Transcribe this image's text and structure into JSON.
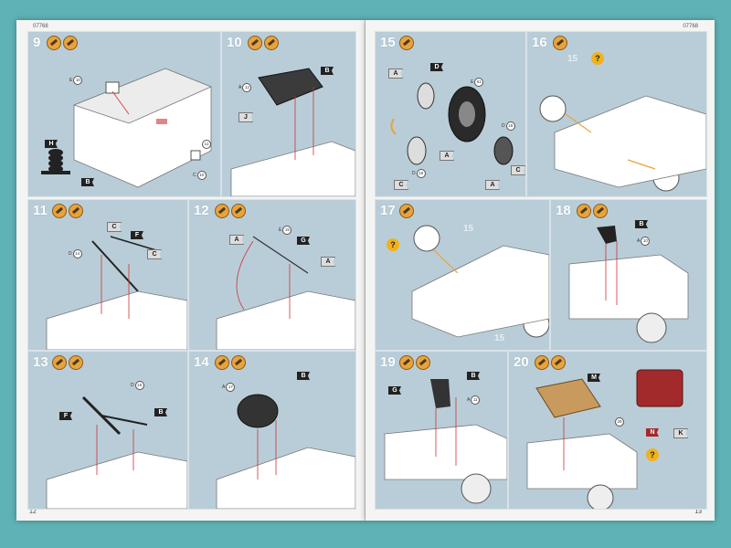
{
  "left_page": {
    "product_code": "07768",
    "page_number": "12"
  },
  "right_page": {
    "product_code": "07768",
    "page_number": "13"
  },
  "steps": {
    "s9": {
      "number": "9",
      "parts": [
        {
          "letter": "H"
        },
        {
          "letter": "B"
        }
      ],
      "callouts": [
        "10",
        "11",
        "10"
      ]
    },
    "s10": {
      "number": "10",
      "parts": [
        {
          "letter": "B"
        },
        {
          "letter": "J"
        }
      ],
      "callouts": [
        "12"
      ]
    },
    "s11": {
      "number": "11",
      "parts": [
        {
          "letter": "C"
        },
        {
          "letter": "F"
        },
        {
          "letter": "C"
        }
      ],
      "callouts": [
        "14"
      ]
    },
    "s12": {
      "number": "12",
      "parts": [
        {
          "letter": "A"
        },
        {
          "letter": "G"
        },
        {
          "letter": "A"
        }
      ],
      "callouts": [
        "15"
      ]
    },
    "s13": {
      "number": "13",
      "parts": [
        {
          "letter": "F"
        },
        {
          "letter": "B"
        }
      ],
      "callouts": [
        "16"
      ]
    },
    "s14": {
      "number": "14",
      "parts": [
        {
          "letter": "B"
        }
      ],
      "callouts": [
        "17"
      ]
    },
    "s15": {
      "number": "15",
      "parts": [
        {
          "letter": "A"
        },
        {
          "letter": "D"
        },
        {
          "letter": "A"
        },
        {
          "letter": "C"
        },
        {
          "letter": "A"
        },
        {
          "letter": "C"
        }
      ],
      "callouts": [
        "61",
        "18",
        "19"
      ]
    },
    "s16": {
      "number": "16",
      "ghost": "15"
    },
    "s17": {
      "number": "17",
      "ghost": "15"
    },
    "s18": {
      "number": "18",
      "parts": [
        {
          "letter": "B"
        }
      ],
      "callouts": [
        "10"
      ]
    },
    "s19": {
      "number": "19",
      "parts": [
        {
          "letter": "G"
        },
        {
          "letter": "B"
        }
      ],
      "callouts": [
        "11"
      ]
    },
    "s20": {
      "number": "20",
      "parts": [
        {
          "letter": "M"
        },
        {
          "letter": "N"
        },
        {
          "letter": "K"
        }
      ],
      "callouts": [
        "29"
      ]
    }
  },
  "icons": {
    "glue": "glue-icon",
    "paint": "paint-icon",
    "question": "?"
  },
  "colors": {
    "background": "#5fb3b6",
    "panel": "#b9cdd8",
    "glue": "#e8a33c",
    "red_part": "#a32a2a",
    "tan_part": "#c99a5e"
  }
}
